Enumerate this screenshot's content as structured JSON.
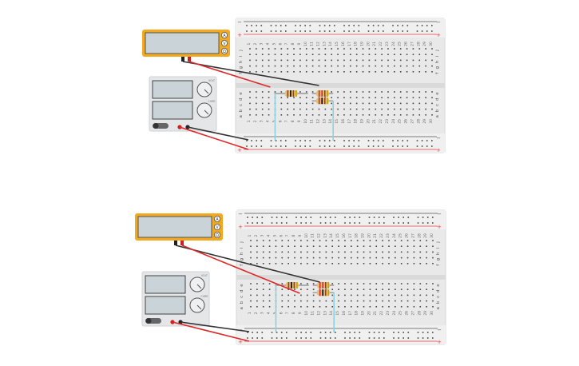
{
  "canvas": {
    "background": "#ffffff"
  },
  "colors": {
    "multimeter_body": "#f2a91f",
    "multimeter_screen": "#c9d3d8",
    "supply_body": "#e4e6e8",
    "supply_screen": "#c9d3d8",
    "breadboard": "#e9e9e9",
    "rail_positive": "#e04040",
    "rail_negative": "#555555",
    "wire_red": "#dd2a2a",
    "wire_black": "#333333",
    "jumper_blue": "#8fd0e0",
    "resistor_body": "#e6c07a",
    "probe_black": "#222222",
    "probe_red": "#cc2020"
  },
  "multimeter": {
    "mode_labels": [
      "A",
      "V",
      "Ω"
    ],
    "icon": "multimeter-icon"
  },
  "power_supply": {
    "knob_icon": "dial-knob-icon",
    "switch_icon": "power-switch-icon",
    "knob_labels": [
      "VOLT",
      "CURR"
    ]
  },
  "breadboard": {
    "rail_labels": {
      "top_minus": "−",
      "top_plus": "+",
      "bottom_minus": "−",
      "bottom_plus": "+"
    },
    "top_row_letters": [
      "j",
      "i",
      "h",
      "g",
      "f"
    ],
    "bottom_row_letters": [
      "e",
      "d",
      "c",
      "b",
      "a"
    ],
    "column_count": 30,
    "column_numbers": [
      "1",
      "2",
      "3",
      "4",
      "5",
      "6",
      "7",
      "8",
      "9",
      "10",
      "11",
      "12",
      "13",
      "14",
      "15",
      "16",
      "17",
      "18",
      "19",
      "20",
      "21",
      "22",
      "23",
      "24",
      "25",
      "26",
      "27",
      "28",
      "29",
      "30"
    ]
  },
  "circuits": [
    {
      "name": "circuit-1"
    },
    {
      "name": "circuit-2"
    }
  ]
}
